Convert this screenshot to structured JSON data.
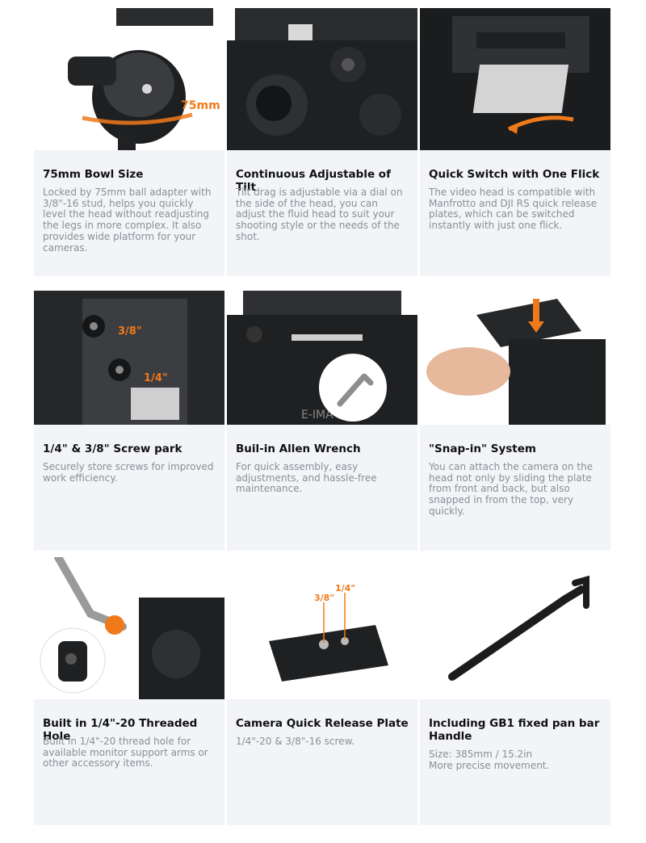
{
  "cards": [
    {
      "title": "75mm Bowl Size",
      "description": "Locked by 75mm ball adapter with 3/8\"-16 stud, helps you quickly level the head without readjusting the legs in more complex. It also provides wide platform for your cameras.",
      "label": "75mm"
    },
    {
      "title": "Continuous Adjustable of Tilt",
      "description": "Tilt drag is adjustable via a dial on the side of the head, you can adjust the fluid head to suit your shooting style or the needs of the shot."
    },
    {
      "title": "Quick Switch with One Flick",
      "description": "The video head is compatible with Manfrotto and DJI RS quick release plates, which can be switched instantly with just one flick."
    },
    {
      "title": "1/4\" & 3/8\" Screw park",
      "description": "Securely store screws for improved work efficiency.",
      "label_a": "3/8\"",
      "label_b": "1/4\""
    },
    {
      "title": "Buil-in Allen Wrench",
      "description": "For quick assembly, easy adjustments, and hassle-free maintenance.",
      "engraving": "E-IMA"
    },
    {
      "title": "\"Snap-in\" System",
      "description": "You can attach the camera on the head not only by sliding the plate from front and back, but also snapped in from the top, very quickly."
    },
    {
      "title": "Built in 1/4\"-20 Threaded Hole",
      "description": "Built in 1/4\"-20 thread hole for available monitor support arms or other accessory items."
    },
    {
      "title": "Camera Quick Release Plate",
      "description": "1/4\"-20 & 3/8\"-16 screw.",
      "label_a": "3/8\"",
      "label_b": "1/4\""
    },
    {
      "title": "Including GB1 fixed pan bar Handle",
      "description": "Size: 385mm / 15.2in\nMore precise movement."
    }
  ],
  "colors": {
    "accent": "#f07a1a",
    "card_bg": "#f2f4f7",
    "title": "#111111",
    "desc": "#8a8f96"
  }
}
